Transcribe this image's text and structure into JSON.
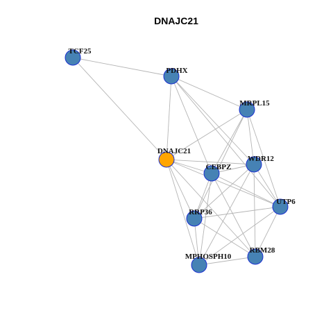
{
  "title": "DNAJC21",
  "colors": {
    "center_node": "#FFA500",
    "neighbor_node": "#4682B4",
    "node_border": "#1A2FD0",
    "edge": "#B4B4B4"
  },
  "nodes": [
    {
      "id": "TCF25",
      "label": "TCF25",
      "role": "neighbor"
    },
    {
      "id": "PDHX",
      "label": "PDHX",
      "role": "neighbor"
    },
    {
      "id": "MRPL15",
      "label": "MRPL15",
      "role": "neighbor"
    },
    {
      "id": "DNAJC21",
      "label": "DNAJC21",
      "role": "center"
    },
    {
      "id": "CEBPZ",
      "label": "CEBPZ",
      "role": "neighbor"
    },
    {
      "id": "WDR12",
      "label": "WDR12",
      "role": "neighbor"
    },
    {
      "id": "UTP6",
      "label": "UTP6",
      "role": "neighbor"
    },
    {
      "id": "RRP36",
      "label": "RRP36",
      "role": "neighbor"
    },
    {
      "id": "RBM28",
      "label": "RBM28",
      "role": "neighbor"
    },
    {
      "id": "MPHOSPH10",
      "label": "MPHOSPH10",
      "role": "neighbor"
    }
  ],
  "edges": [
    [
      "TCF25",
      "PDHX"
    ],
    [
      "TCF25",
      "DNAJC21"
    ],
    [
      "PDHX",
      "MRPL15"
    ],
    [
      "PDHX",
      "DNAJC21"
    ],
    [
      "PDHX",
      "CEBPZ"
    ],
    [
      "PDHX",
      "WDR12"
    ],
    [
      "PDHX",
      "UTP6"
    ],
    [
      "MRPL15",
      "CEBPZ"
    ],
    [
      "MRPL15",
      "WDR12"
    ],
    [
      "MRPL15",
      "UTP6"
    ],
    [
      "MRPL15",
      "RRP36"
    ],
    [
      "MRPL15",
      "DNAJC21"
    ],
    [
      "DNAJC21",
      "CEBPZ"
    ],
    [
      "DNAJC21",
      "WDR12"
    ],
    [
      "DNAJC21",
      "UTP6"
    ],
    [
      "DNAJC21",
      "RRP36"
    ],
    [
      "DNAJC21",
      "RBM28"
    ],
    [
      "DNAJC21",
      "MPHOSPH10"
    ],
    [
      "CEBPZ",
      "WDR12"
    ],
    [
      "CEBPZ",
      "UTP6"
    ],
    [
      "CEBPZ",
      "RRP36"
    ],
    [
      "CEBPZ",
      "RBM28"
    ],
    [
      "CEBPZ",
      "MPHOSPH10"
    ],
    [
      "WDR12",
      "UTP6"
    ],
    [
      "WDR12",
      "RRP36"
    ],
    [
      "WDR12",
      "RBM28"
    ],
    [
      "WDR12",
      "MPHOSPH10"
    ],
    [
      "UTP6",
      "RRP36"
    ],
    [
      "UTP6",
      "RBM28"
    ],
    [
      "UTP6",
      "MPHOSPH10"
    ],
    [
      "RRP36",
      "RBM28"
    ],
    [
      "RRP36",
      "MPHOSPH10"
    ],
    [
      "RBM28",
      "MPHOSPH10"
    ]
  ]
}
